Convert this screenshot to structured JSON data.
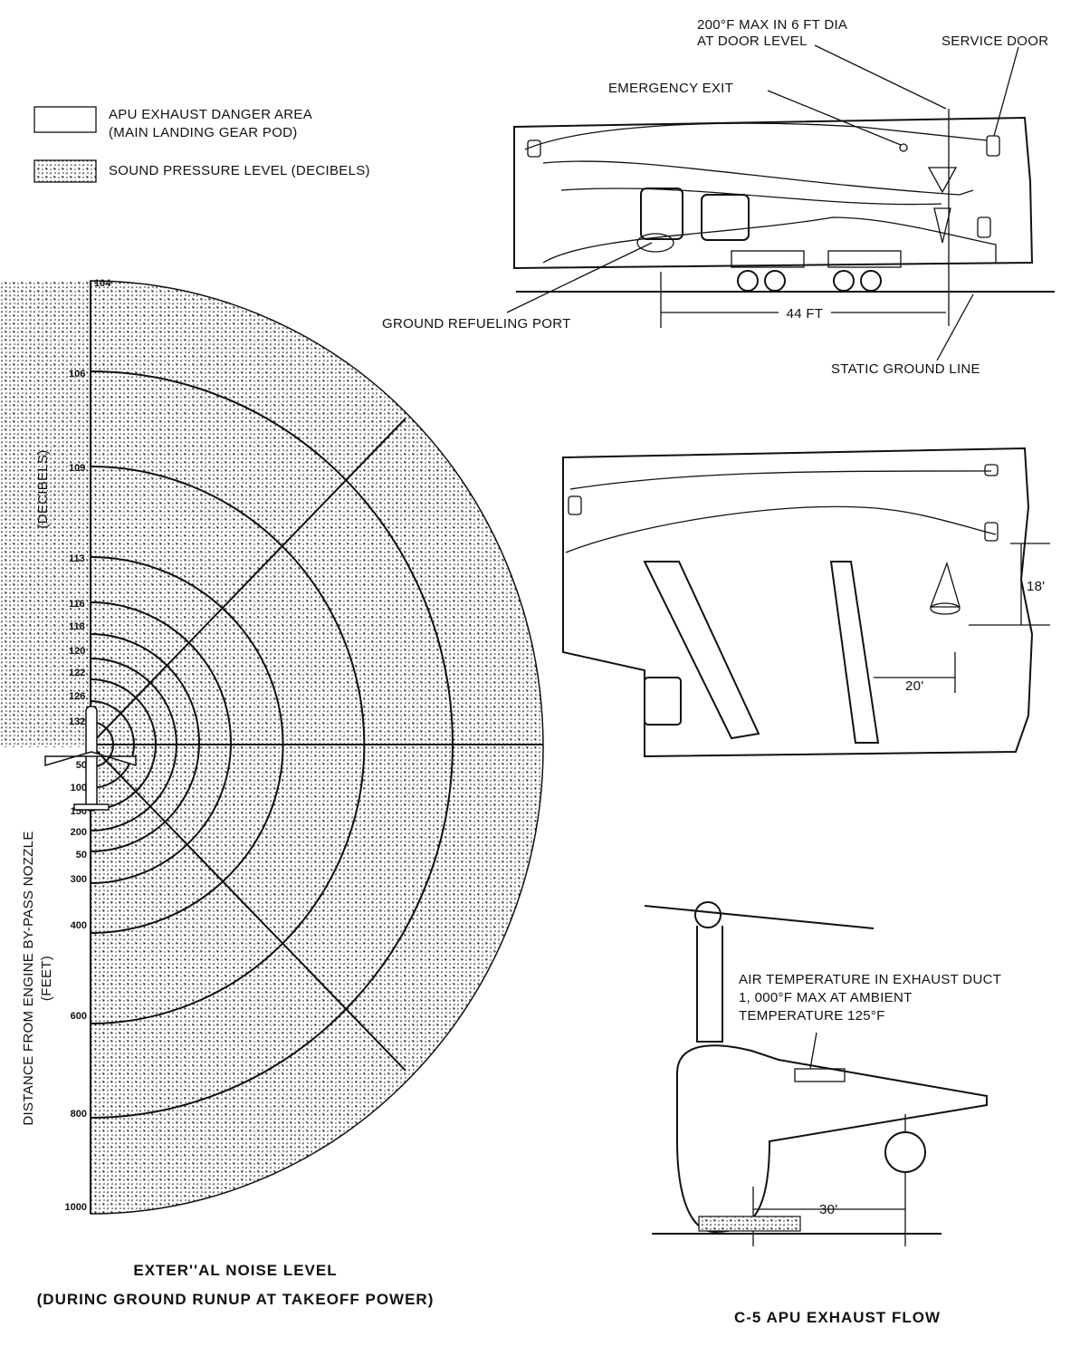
{
  "legend": {
    "danger_area_line1": "APU EXHAUST DANGER AREA",
    "danger_area_line2": "(MAIN LANDING GEAR POD)",
    "sound_pressure": "SOUND PRESSURE LEVEL (DECIBELS)"
  },
  "noise_chart": {
    "db_unit_label": "(DECIBELS)",
    "distance_axis_label": "DISTANCE FROM ENGINE BY-PASS NOZZLE",
    "distance_axis_unit": "(FEET)",
    "db_ticks": [
      "104",
      "106",
      "109",
      "113",
      "116",
      "118",
      "120",
      "122",
      "126",
      "132"
    ],
    "distance_ticks": [
      "50",
      "100",
      "150",
      "200",
      "50",
      "300",
      "400",
      "600",
      "800",
      "1000"
    ],
    "caption_line1": "EXTER''AL NOISE LEVEL",
    "caption_line2": "(DURINC GROUND RUNUP AT TAKEOFF POWER)"
  },
  "side_view": {
    "max_temp_line1": "200°F MAX IN 6 FT DIA",
    "max_temp_line2": "AT DOOR LEVEL",
    "service_door": "SERVICE DOOR",
    "emergency_exit": "EMERGENCY EXIT",
    "refueling_port": "GROUND REFUELING PORT",
    "distance": "44 FT",
    "static_ground_line": "STATIC GROUND LINE"
  },
  "top_view": {
    "height": "18'",
    "offset": "20'"
  },
  "front_view": {
    "air_temp_line1": "AIR TEMPERATURE IN EXHAUST DUCT",
    "air_temp_line2": "1, 000°F MAX AT AMBIENT",
    "air_temp_line3": "TEMPERATURE 125°F",
    "distance": "30'"
  },
  "caption": "C-5 APU EXHAUST FLOW"
}
